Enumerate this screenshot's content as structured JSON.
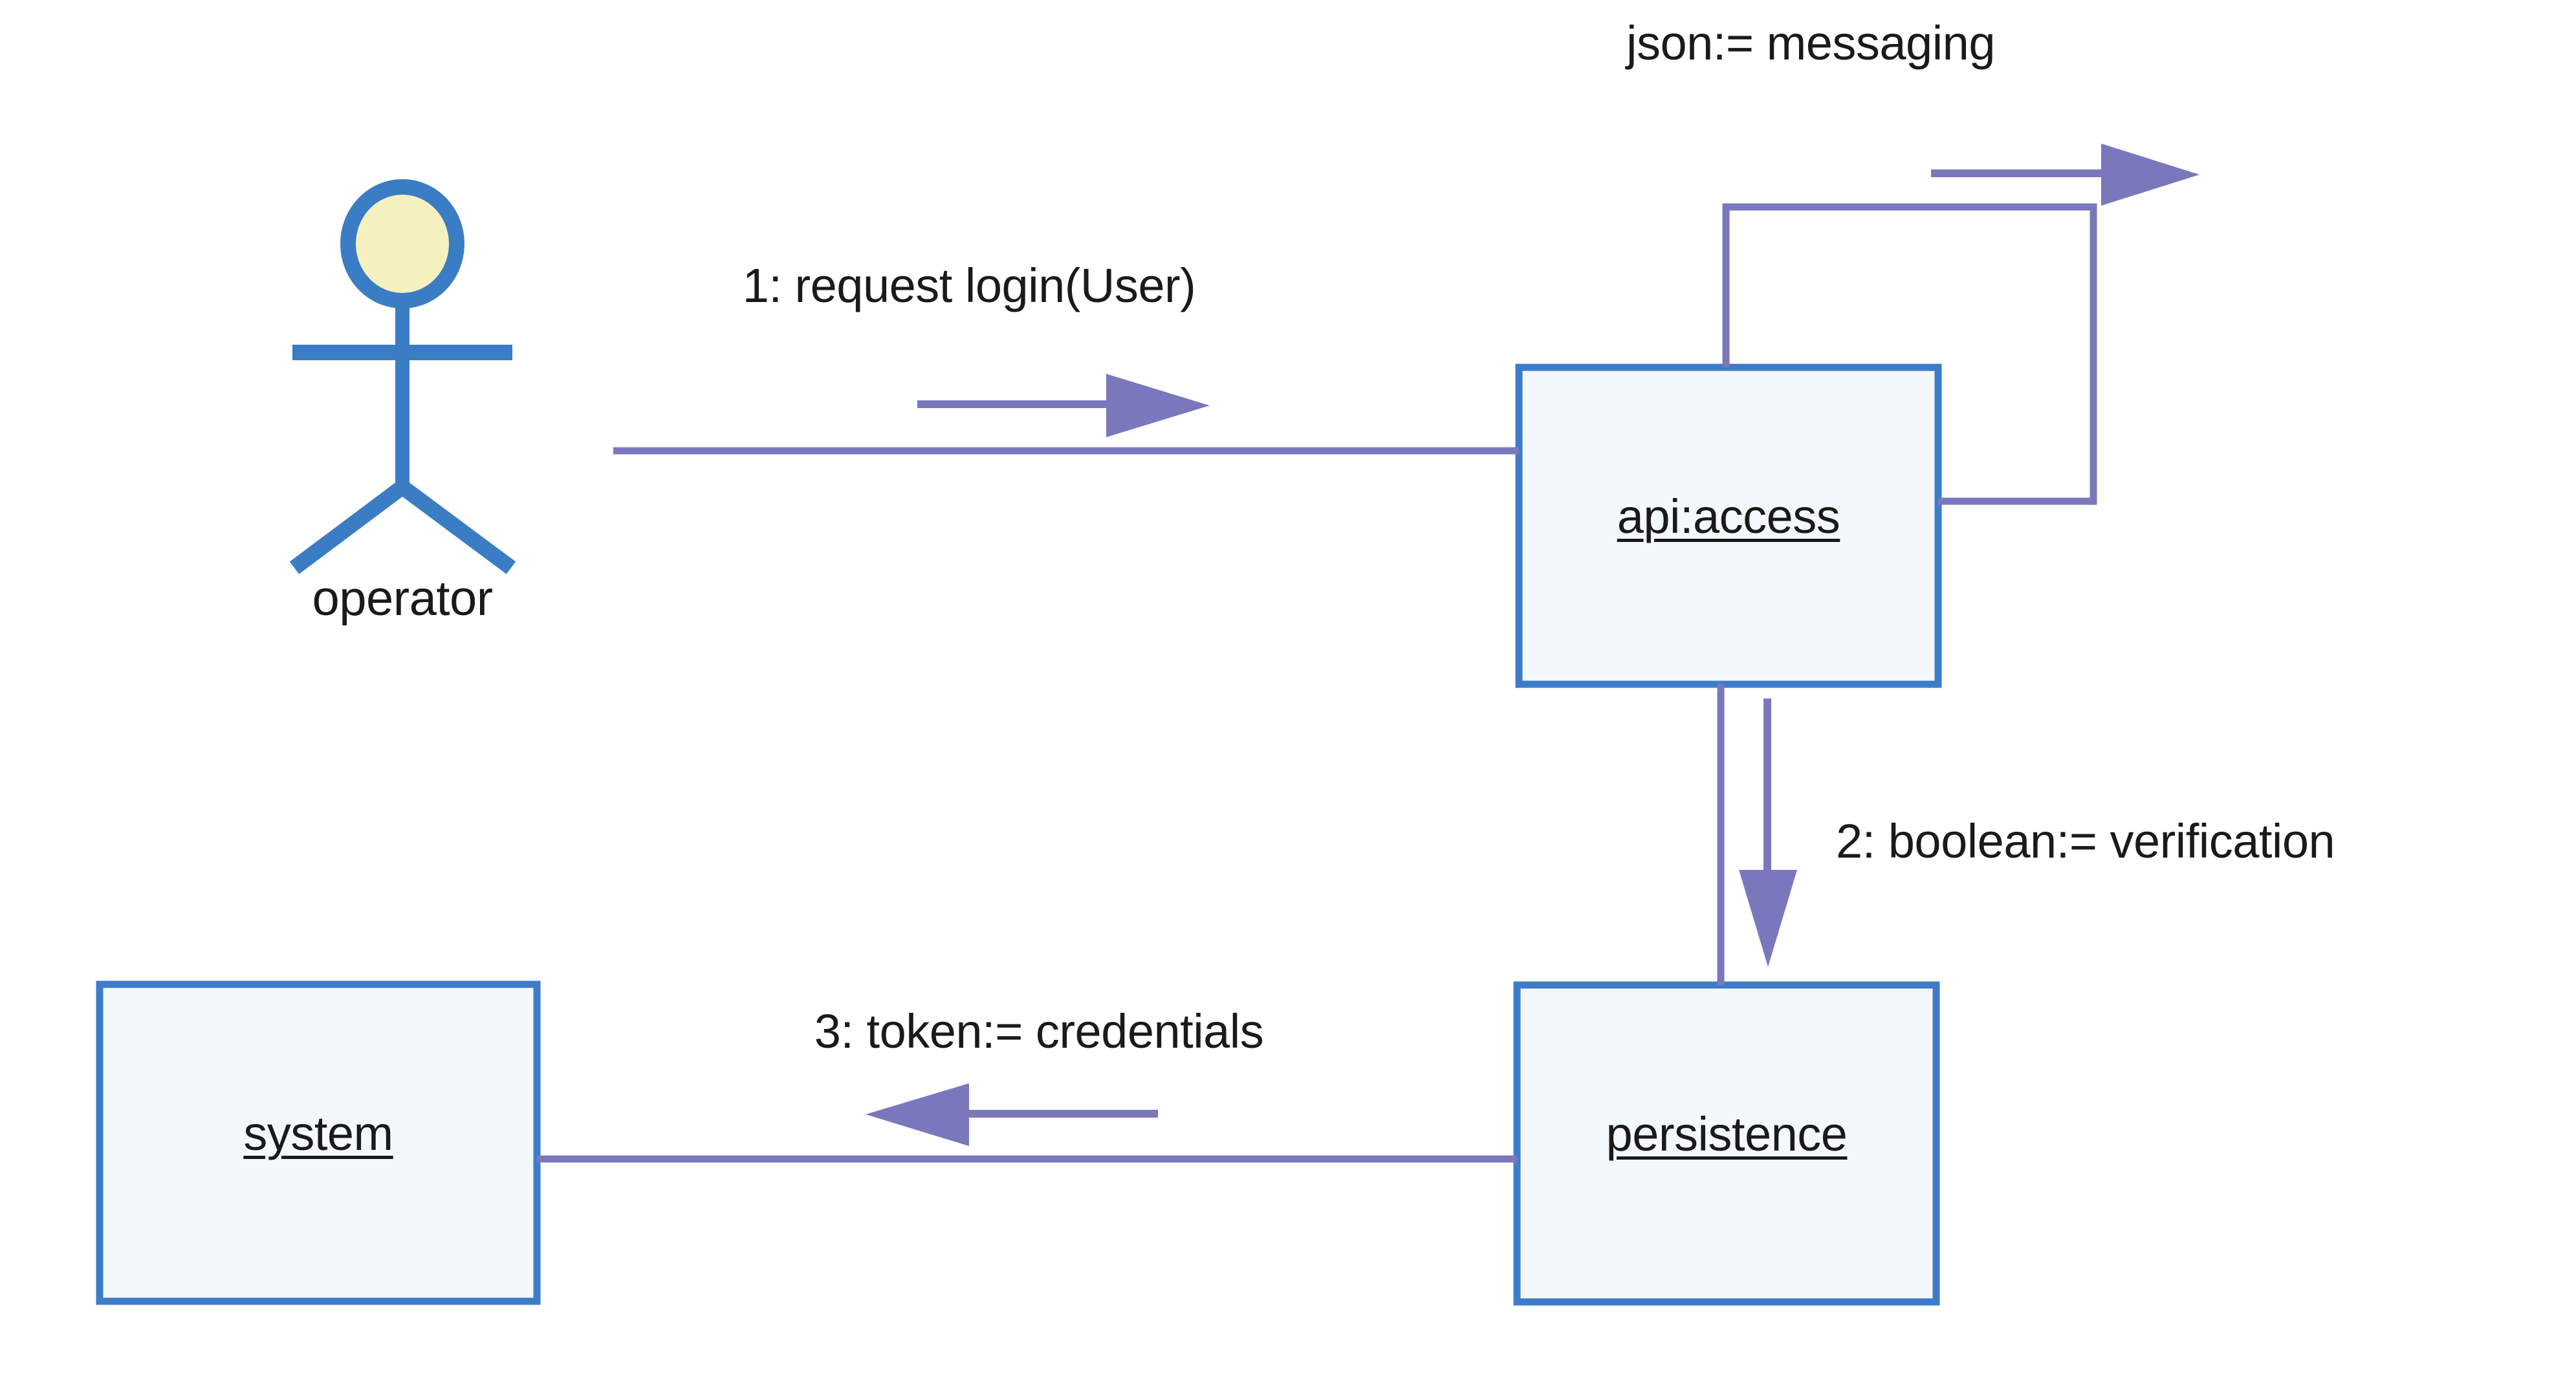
{
  "diagram": {
    "type": "uml-communication-diagram",
    "background_color": "#ffffff",
    "palette": {
      "node_border": "#3d7cc9",
      "node_fill": "#f2f8fc",
      "link_line": "#7b77bd",
      "arrow_fill": "#7b77bd",
      "actor_stroke": "#3b7dc4",
      "actor_head_fill": "#f5f0c0",
      "text": "#1a1a1a"
    },
    "actors": [
      {
        "id": "operator",
        "label": "operator",
        "shape": "stick-figure",
        "head_fill": "#f5f0c0",
        "stroke": "#3b7dc4"
      }
    ],
    "nodes": [
      {
        "id": "api-access",
        "label": "api:access",
        "underlined": true,
        "shape": "rectangle",
        "fill": "#f2f8fc",
        "border": "#3d7cc9"
      },
      {
        "id": "persistence",
        "label": "persistence",
        "underlined": true,
        "shape": "rectangle",
        "fill": "#f2f8fc",
        "border": "#3d7cc9"
      },
      {
        "id": "system",
        "label": "system",
        "underlined": true,
        "shape": "rectangle",
        "fill": "#f2f8fc",
        "border": "#3d7cc9"
      }
    ],
    "messages": [
      {
        "sequence": "1",
        "label": "1: request login(User)",
        "from": "operator",
        "to": "api-access",
        "direction": "right"
      },
      {
        "sequence": "2",
        "label": "2: boolean:= verification",
        "from": "api-access",
        "to": "persistence",
        "direction": "down"
      },
      {
        "sequence": "3",
        "label": "3: token:= credentials",
        "from": "persistence",
        "to": "system",
        "direction": "left"
      },
      {
        "sequence": "",
        "label": "json:= messaging",
        "from": "api-access",
        "to": "api-access",
        "direction": "self-loop"
      }
    ]
  }
}
